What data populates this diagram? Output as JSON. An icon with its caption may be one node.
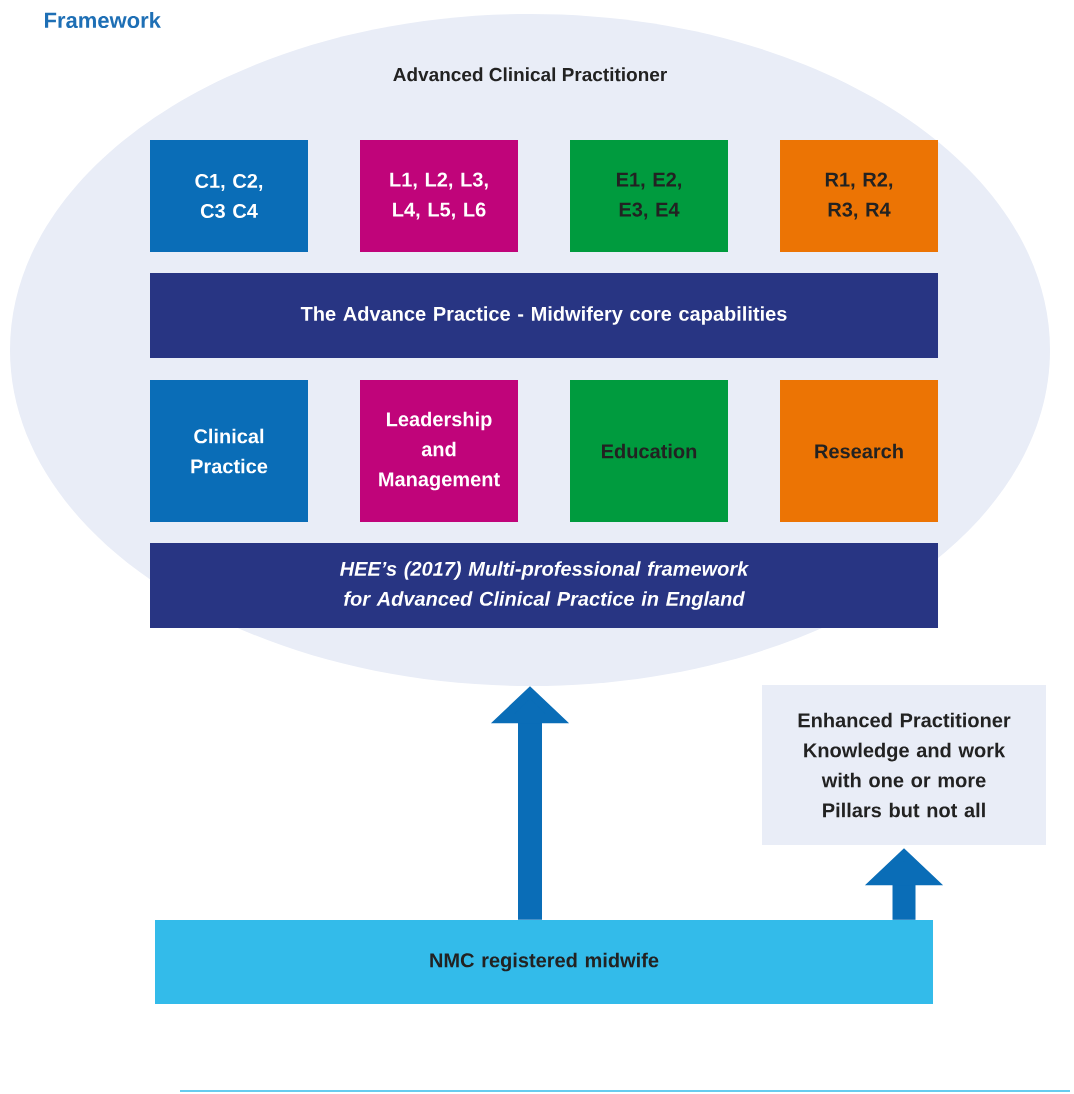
{
  "diagram": {
    "title": "Framework",
    "nodes": [
      {
        "text": [
          "Advanced Clinical Practitioner"
        ]
      },
      {
        "text": [
          "C1, C2, C3 C4"
        ],
        "in": 0
      },
      {
        "text": [
          "L1, L2, L3, L4, L5, L6"
        ],
        "in": 0
      },
      {
        "text": [
          "E1, E2, E3, E4"
        ],
        "in": 0
      },
      {
        "text": [
          "R1, R2, R3, R4"
        ],
        "in": 0
      },
      {
        "text": [
          "The Advance Practice - Midwifery core capabilities"
        ],
        "in": 0
      },
      {
        "text": [
          "Clinical Practice"
        ],
        "in": 0
      },
      {
        "text": [
          "Leadership and Management"
        ],
        "in": 0
      },
      {
        "text": [
          "Education"
        ],
        "in": 0
      },
      {
        "text": [
          "Research"
        ],
        "in": 0
      },
      {
        "text": [
          "HEE’s (2017) Multi-professional framework for Advanced Clinical Practice in England"
        ],
        "in": 0
      },
      {
        "text": [
          "Enhanced Practitioner Knowledge and work with one or more Pillars but not all"
        ]
      },
      {
        "text": [
          "NMC registered midwife"
        ]
      }
    ],
    "edges": [
      {
        "from": 12,
        "to": 0,
        "arrow": "to"
      },
      {
        "from": 12,
        "to": 11,
        "arrow": "to"
      }
    ]
  }
}
